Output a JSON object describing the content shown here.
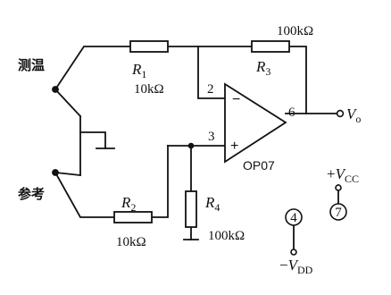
{
  "labels": {
    "sense_temp": "测温",
    "reference": "参考",
    "opamp_model": "OP07",
    "output_prefix": "V",
    "output_sub": "o",
    "vcc_sign": "+",
    "vcc_prefix": "V",
    "vcc_sub": "CC",
    "vdd_sign": "−",
    "vdd_prefix": "V",
    "vdd_sub": "DD",
    "minus_sign": "−",
    "plus_sign": "+"
  },
  "resistors": {
    "r1": {
      "letter": "R",
      "index": "1",
      "value": "10kΩ"
    },
    "r2": {
      "letter": "R",
      "index": "2",
      "value": "10kΩ"
    },
    "r3": {
      "letter": "R",
      "index": "3",
      "value": "100kΩ"
    },
    "r4": {
      "letter": "R",
      "index": "4",
      "value": "100kΩ"
    }
  },
  "pins": {
    "inverting": "2",
    "noninverting": "3",
    "output": "6",
    "negative_supply": "4",
    "positive_supply": "7"
  }
}
